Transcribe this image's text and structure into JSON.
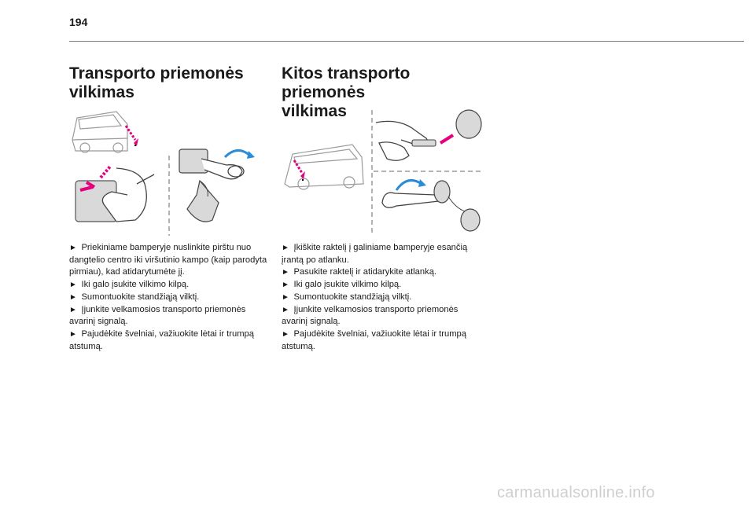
{
  "page": {
    "number": "194"
  },
  "left_section": {
    "title_line1": "Transporto priemonės",
    "title_line2": "vilkimas",
    "steps": [
      "Priekiniame bamperyje nuslinkite pirštu nuo dangtelio centro iki viršutinio kampo (kaip parodyta pirmiau), kad atidarytumėte jį.",
      "Iki galo įsukite vilkimo kilpą.",
      "Sumontuokite standžiąją vilktį.",
      "Įjunkite velkamosios transporto priemonės avarinį signalą.",
      "Pajudėkite švelniai, važiuokite lėtai ir trumpą atstumą."
    ]
  },
  "right_section": {
    "title_line1": "Kitos transporto priemonės",
    "title_line2": "vilkimas",
    "steps": [
      "Įkiškite raktelį į galiniame bamperyje esančią įrantą po atlanku.",
      "Pasukite raktelį ir atidarykite atlanką.",
      "Iki galo įsukite vilkimo kilpą.",
      "Sumontuokite standžiąją vilktį.",
      "Įjunkite velkamosios transporto priemonės avarinį signalą.",
      "Pajudėkite švelniai, važiuokite lėtai ir trumpą atstumą."
    ]
  },
  "watermark": "carmanualsonline.info",
  "colors": {
    "accent": "#e6007e",
    "illustration_gray": "#d9d9d9",
    "outline": "#555555"
  }
}
